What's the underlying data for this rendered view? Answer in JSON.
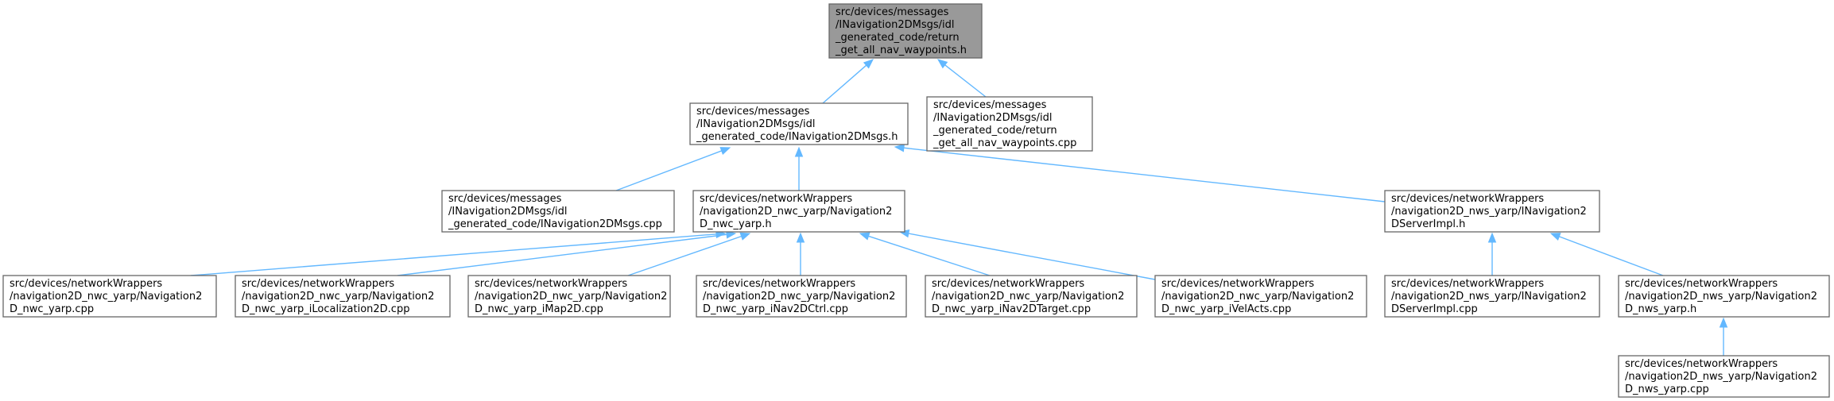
{
  "graph": {
    "nodes": [
      {
        "id": "root",
        "root": true,
        "lines": [
          "src/devices/messages",
          "/INavigation2DMsgs/idl",
          "_generated_code/return",
          "_get_all_nav_waypoints.h"
        ]
      },
      {
        "id": "inav_h",
        "lines": [
          "src/devices/messages",
          "/INavigation2DMsgs/idl",
          "_generated_code/INavigation2DMsgs.h"
        ]
      },
      {
        "id": "ret_cpp",
        "lines": [
          "src/devices/messages",
          "/INavigation2DMsgs/idl",
          "_generated_code/return",
          "_get_all_nav_waypoints.cpp"
        ]
      },
      {
        "id": "inav_cpp",
        "lines": [
          "src/devices/messages",
          "/INavigation2DMsgs/idl",
          "_generated_code/INavigation2DMsgs.cpp"
        ]
      },
      {
        "id": "nwc_h",
        "lines": [
          "src/devices/networkWrappers",
          "/navigation2D_nwc_yarp/Navigation2",
          "D_nwc_yarp.h"
        ]
      },
      {
        "id": "srv_h",
        "lines": [
          "src/devices/networkWrappers",
          "/navigation2D_nws_yarp/INavigation2",
          "DServerImpl.h"
        ]
      },
      {
        "id": "nwc_cpp",
        "lines": [
          "src/devices/networkWrappers",
          "/navigation2D_nwc_yarp/Navigation2",
          "D_nwc_yarp.cpp"
        ]
      },
      {
        "id": "nwc_loc",
        "lines": [
          "src/devices/networkWrappers",
          "/navigation2D_nwc_yarp/Navigation2",
          "D_nwc_yarp_iLocalization2D.cpp"
        ]
      },
      {
        "id": "nwc_map",
        "lines": [
          "src/devices/networkWrappers",
          "/navigation2D_nwc_yarp/Navigation2",
          "D_nwc_yarp_iMap2D.cpp"
        ]
      },
      {
        "id": "nwc_ctrl",
        "lines": [
          "src/devices/networkWrappers",
          "/navigation2D_nwc_yarp/Navigation2",
          "D_nwc_yarp_iNav2DCtrl.cpp"
        ]
      },
      {
        "id": "nwc_tgt",
        "lines": [
          "src/devices/networkWrappers",
          "/navigation2D_nwc_yarp/Navigation2",
          "D_nwc_yarp_iNav2DTarget.cpp"
        ]
      },
      {
        "id": "nwc_vel",
        "lines": [
          "src/devices/networkWrappers",
          "/navigation2D_nwc_yarp/Navigation2",
          "D_nwc_yarp_iVelActs.cpp"
        ]
      },
      {
        "id": "srv_cpp",
        "lines": [
          "src/devices/networkWrappers",
          "/navigation2D_nws_yarp/INavigation2",
          "DServerImpl.cpp"
        ]
      },
      {
        "id": "nws_h",
        "lines": [
          "src/devices/networkWrappers",
          "/navigation2D_nws_yarp/Navigation2",
          "D_nws_yarp.h"
        ]
      },
      {
        "id": "nws_cpp",
        "lines": [
          "src/devices/networkWrappers",
          "/navigation2D_nws_yarp/Navigation2",
          "D_nws_yarp.cpp"
        ]
      }
    ],
    "edges": [
      {
        "from": "inav_h",
        "to": "root"
      },
      {
        "from": "ret_cpp",
        "to": "root"
      },
      {
        "from": "inav_cpp",
        "to": "inav_h"
      },
      {
        "from": "nwc_h",
        "to": "inav_h"
      },
      {
        "from": "srv_h",
        "to": "inav_h"
      },
      {
        "from": "nwc_cpp",
        "to": "nwc_h"
      },
      {
        "from": "nwc_loc",
        "to": "nwc_h"
      },
      {
        "from": "nwc_map",
        "to": "nwc_h"
      },
      {
        "from": "nwc_ctrl",
        "to": "nwc_h"
      },
      {
        "from": "nwc_tgt",
        "to": "nwc_h"
      },
      {
        "from": "nwc_vel",
        "to": "nwc_h"
      },
      {
        "from": "srv_cpp",
        "to": "srv_h"
      },
      {
        "from": "nws_h",
        "to": "srv_h"
      },
      {
        "from": "nws_cpp",
        "to": "nws_h"
      }
    ],
    "colors": {
      "edge": "#63b8ff",
      "root_fill": "#999999",
      "border": "#666666"
    }
  }
}
